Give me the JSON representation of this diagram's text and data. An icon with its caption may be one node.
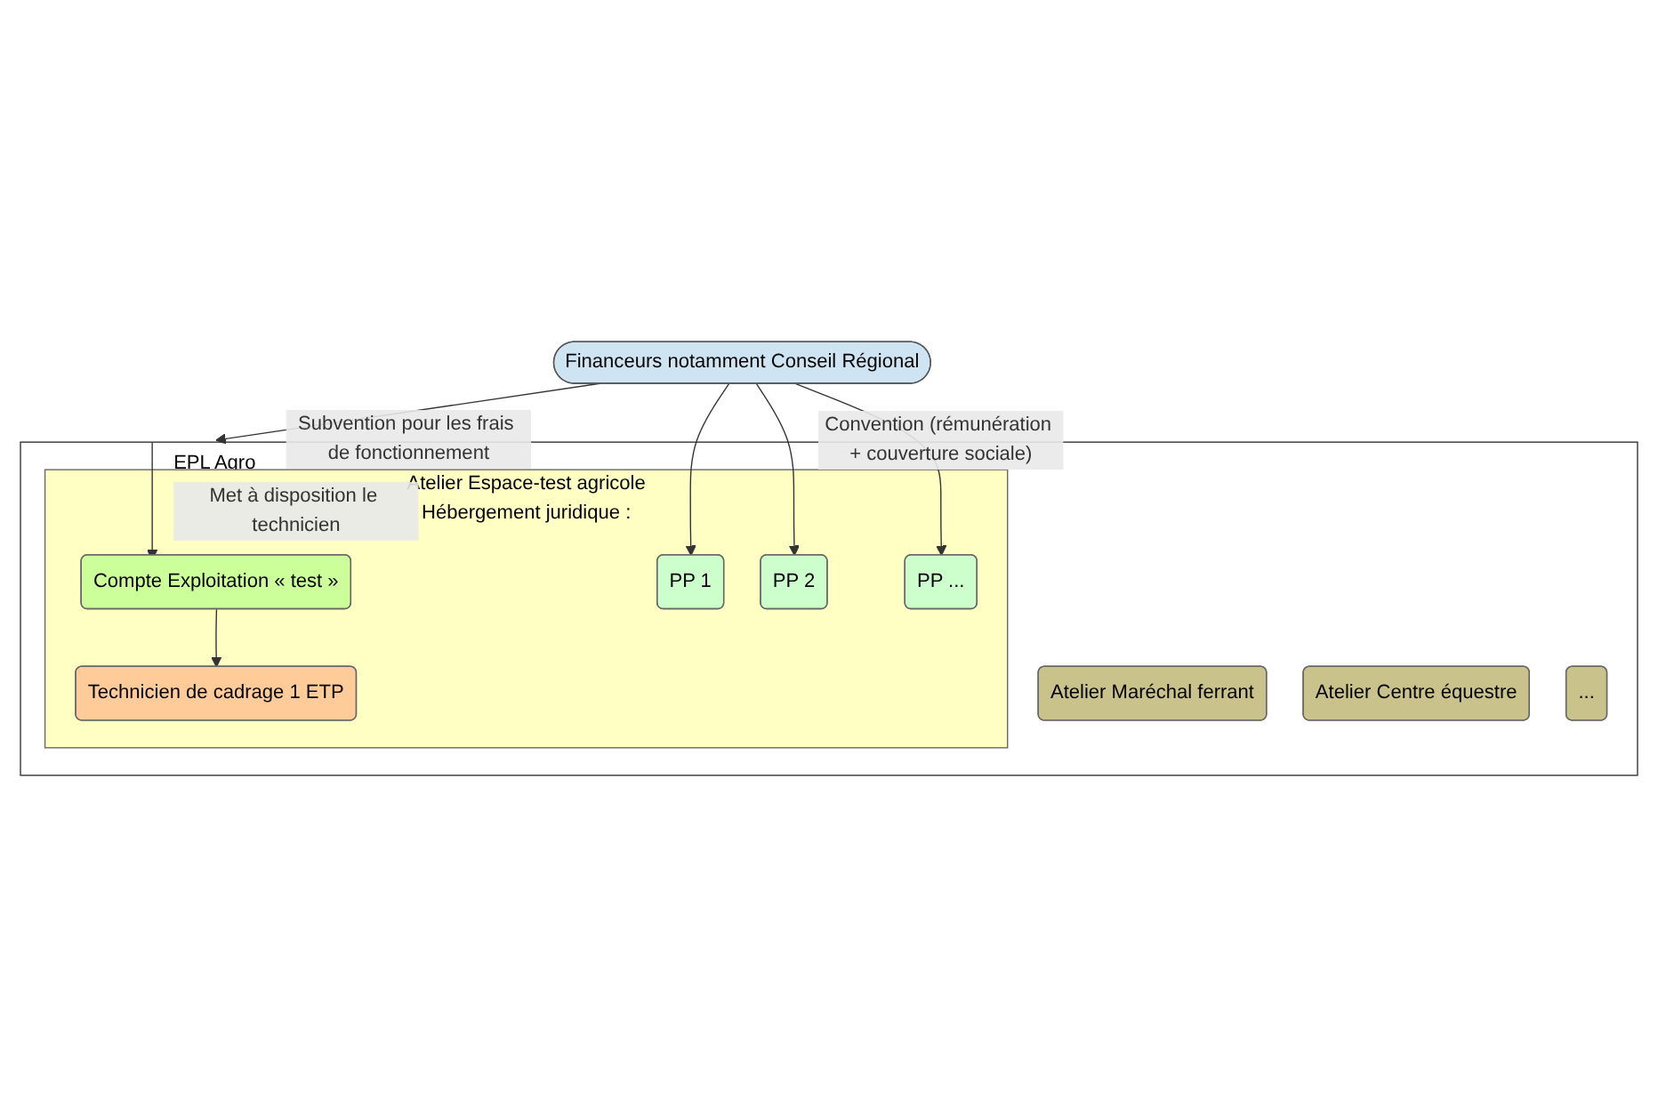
{
  "diagram": {
    "nodes": [
      {
        "text": [
          "Financeurs notamment Conseil Régional"
        ]
      },
      {
        "text": [
          "EPL Agro"
        ]
      },
      {
        "text": [
          "Atelier Maréchal ferrant"
        ],
        "in": 1
      },
      {
        "text": [
          "Atelier Centre équestre"
        ],
        "in": 1
      },
      {
        "text": [
          "..."
        ],
        "in": 1
      },
      {
        "text": [
          "Atelier Espace-test agricole",
          "Hébergement juridique :"
        ],
        "in": 1
      },
      {
        "text": [
          "Compte Exploitation « test »"
        ],
        "in": 5
      },
      {
        "text": [
          "Technicien de cadrage 1 ETP"
        ],
        "in": 5
      },
      {
        "text": [
          "PP 1"
        ],
        "in": 5
      },
      {
        "text": [
          "PP 2"
        ],
        "in": 5
      },
      {
        "text": [
          "PP ..."
        ],
        "in": 5
      }
    ],
    "edges": [
      {
        "from": 0,
        "to": 1,
        "arrow": "to",
        "label": "Subvention pour les frais de fonctionnement"
      },
      {
        "from": 1,
        "to": 6,
        "arrow": "to",
        "label": "Met à disposition le technicien"
      },
      {
        "from": 6,
        "to": 7,
        "arrow": "to"
      },
      {
        "from": 0,
        "to": 8,
        "arrow": "to"
      },
      {
        "from": 0,
        "to": 9,
        "arrow": "to"
      },
      {
        "from": 0,
        "to": 10,
        "arrow": "to",
        "label": "Convention (rémunération + couverture sociale)"
      }
    ]
  }
}
